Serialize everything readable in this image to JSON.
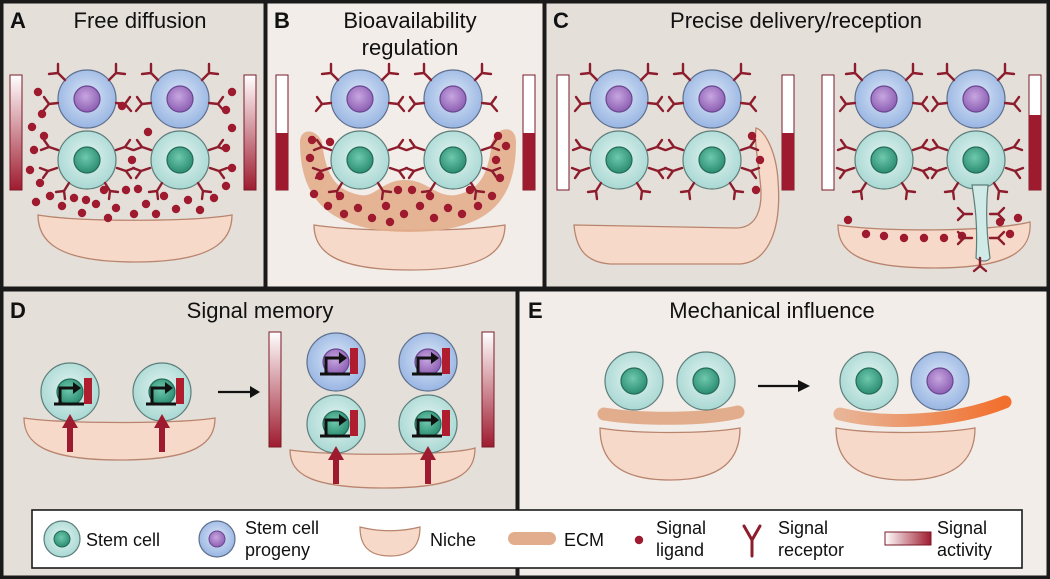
{
  "panels": {
    "a": {
      "letter": "A",
      "title": "Free diffusion"
    },
    "b": {
      "letter": "B",
      "title_line1": "Bioavailability",
      "title_line2": "regulation"
    },
    "c": {
      "letter": "C",
      "title": "Precise delivery/reception"
    },
    "d": {
      "letter": "D",
      "title": "Signal memory"
    },
    "e": {
      "letter": "E",
      "title": "Mechanical influence"
    }
  },
  "legend": {
    "stem_cell": "Stem cell",
    "progeny_line1": "Stem cell",
    "progeny_line2": "progeny",
    "niche": "Niche",
    "ecm": "ECM",
    "ligand_line1": "Signal",
    "ligand_line2": "ligand",
    "receptor_line1": "Signal",
    "receptor_line2": "receptor",
    "activity_line1": "Signal",
    "activity_line2": "activity"
  },
  "colors": {
    "panel_bg": "#e4dfd9",
    "panel_bg_light": "#f1ece7",
    "border": "#1a1a1a",
    "stem_cell_fill": "#cfeae7",
    "stem_nucleus": "#3aa68c",
    "progeny_fill": "#bcd0ee",
    "progeny_nucleus": "#a57cc4",
    "niche_fill": "#f6d9c8",
    "niche_stroke": "#b9846e",
    "ecm": "#e2ad8c",
    "ecm_stiff": "#f07a3a",
    "ligand": "#9e1b2f",
    "receptor": "#8d1c2c",
    "activity_high": "#9e1b2f"
  },
  "signal_activity_levels": {
    "a_left": 1.0,
    "a_right": 0.9,
    "b_left": 0.5,
    "b_right": 0.5,
    "c1_left": 0.0,
    "c1_right": 0.5,
    "c2_left": 0.0,
    "c2_right": 0.7,
    "d_left": 1.0,
    "d_right": 1.0
  },
  "icons": [
    "stem-cell-icon",
    "progeny-cell-icon",
    "niche-icon",
    "ecm-icon",
    "ligand-icon",
    "receptor-icon",
    "activity-bar-icon",
    "arrow-icon",
    "gene-promoter-icon"
  ]
}
